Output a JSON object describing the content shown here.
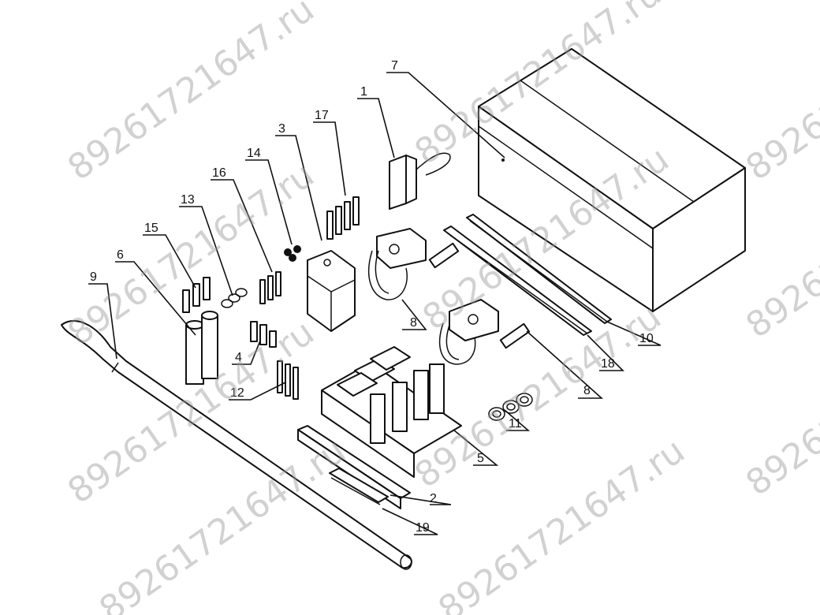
{
  "callouts": [
    {
      "label": "1",
      "anchor": "clamp-plate"
    },
    {
      "label": "2",
      "anchor": "guide-rail"
    },
    {
      "label": "3",
      "anchor": "bracket-block"
    },
    {
      "label": "4",
      "anchor": "dowel-pins"
    },
    {
      "label": "5",
      "anchor": "fork-frame"
    },
    {
      "label": "6",
      "anchor": "bushings"
    },
    {
      "label": "7",
      "anchor": "storage-box"
    },
    {
      "label": "8",
      "anchor": "toggle-clamp-1"
    },
    {
      "label": "8",
      "anchor": "toggle-clamp-2"
    },
    {
      "label": "9",
      "anchor": "lever-bar"
    },
    {
      "label": "10",
      "anchor": "long-strip-a"
    },
    {
      "label": "11",
      "anchor": "washers"
    },
    {
      "label": "12",
      "anchor": "bolts-m"
    },
    {
      "label": "13",
      "anchor": "nuts"
    },
    {
      "label": "14",
      "anchor": "small-nuts"
    },
    {
      "label": "15",
      "anchor": "bolts-s"
    },
    {
      "label": "16",
      "anchor": "screws"
    },
    {
      "label": "17",
      "anchor": "bolts-l"
    },
    {
      "label": "18",
      "anchor": "long-strip-b"
    },
    {
      "label": "19",
      "anchor": "wedge"
    }
  ],
  "watermark": "89261721647.ru",
  "colors": {
    "line": "#111111",
    "watermark": "#9a9a9a",
    "background": "#ffffff"
  }
}
